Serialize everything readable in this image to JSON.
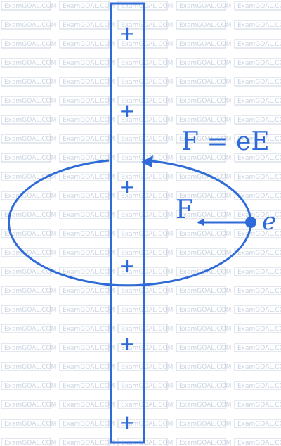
{
  "watermark": "ExamGOAL.COM",
  "colors": {
    "stroke": "#2f6bd8",
    "watermark": "#c9d3e0",
    "background": "#ffffff"
  },
  "rod": {
    "charges": [
      "+",
      "+",
      "+",
      "+",
      "+",
      "+"
    ]
  },
  "labels": {
    "force_equation": "F = eE",
    "force": "F",
    "electron": "e"
  }
}
